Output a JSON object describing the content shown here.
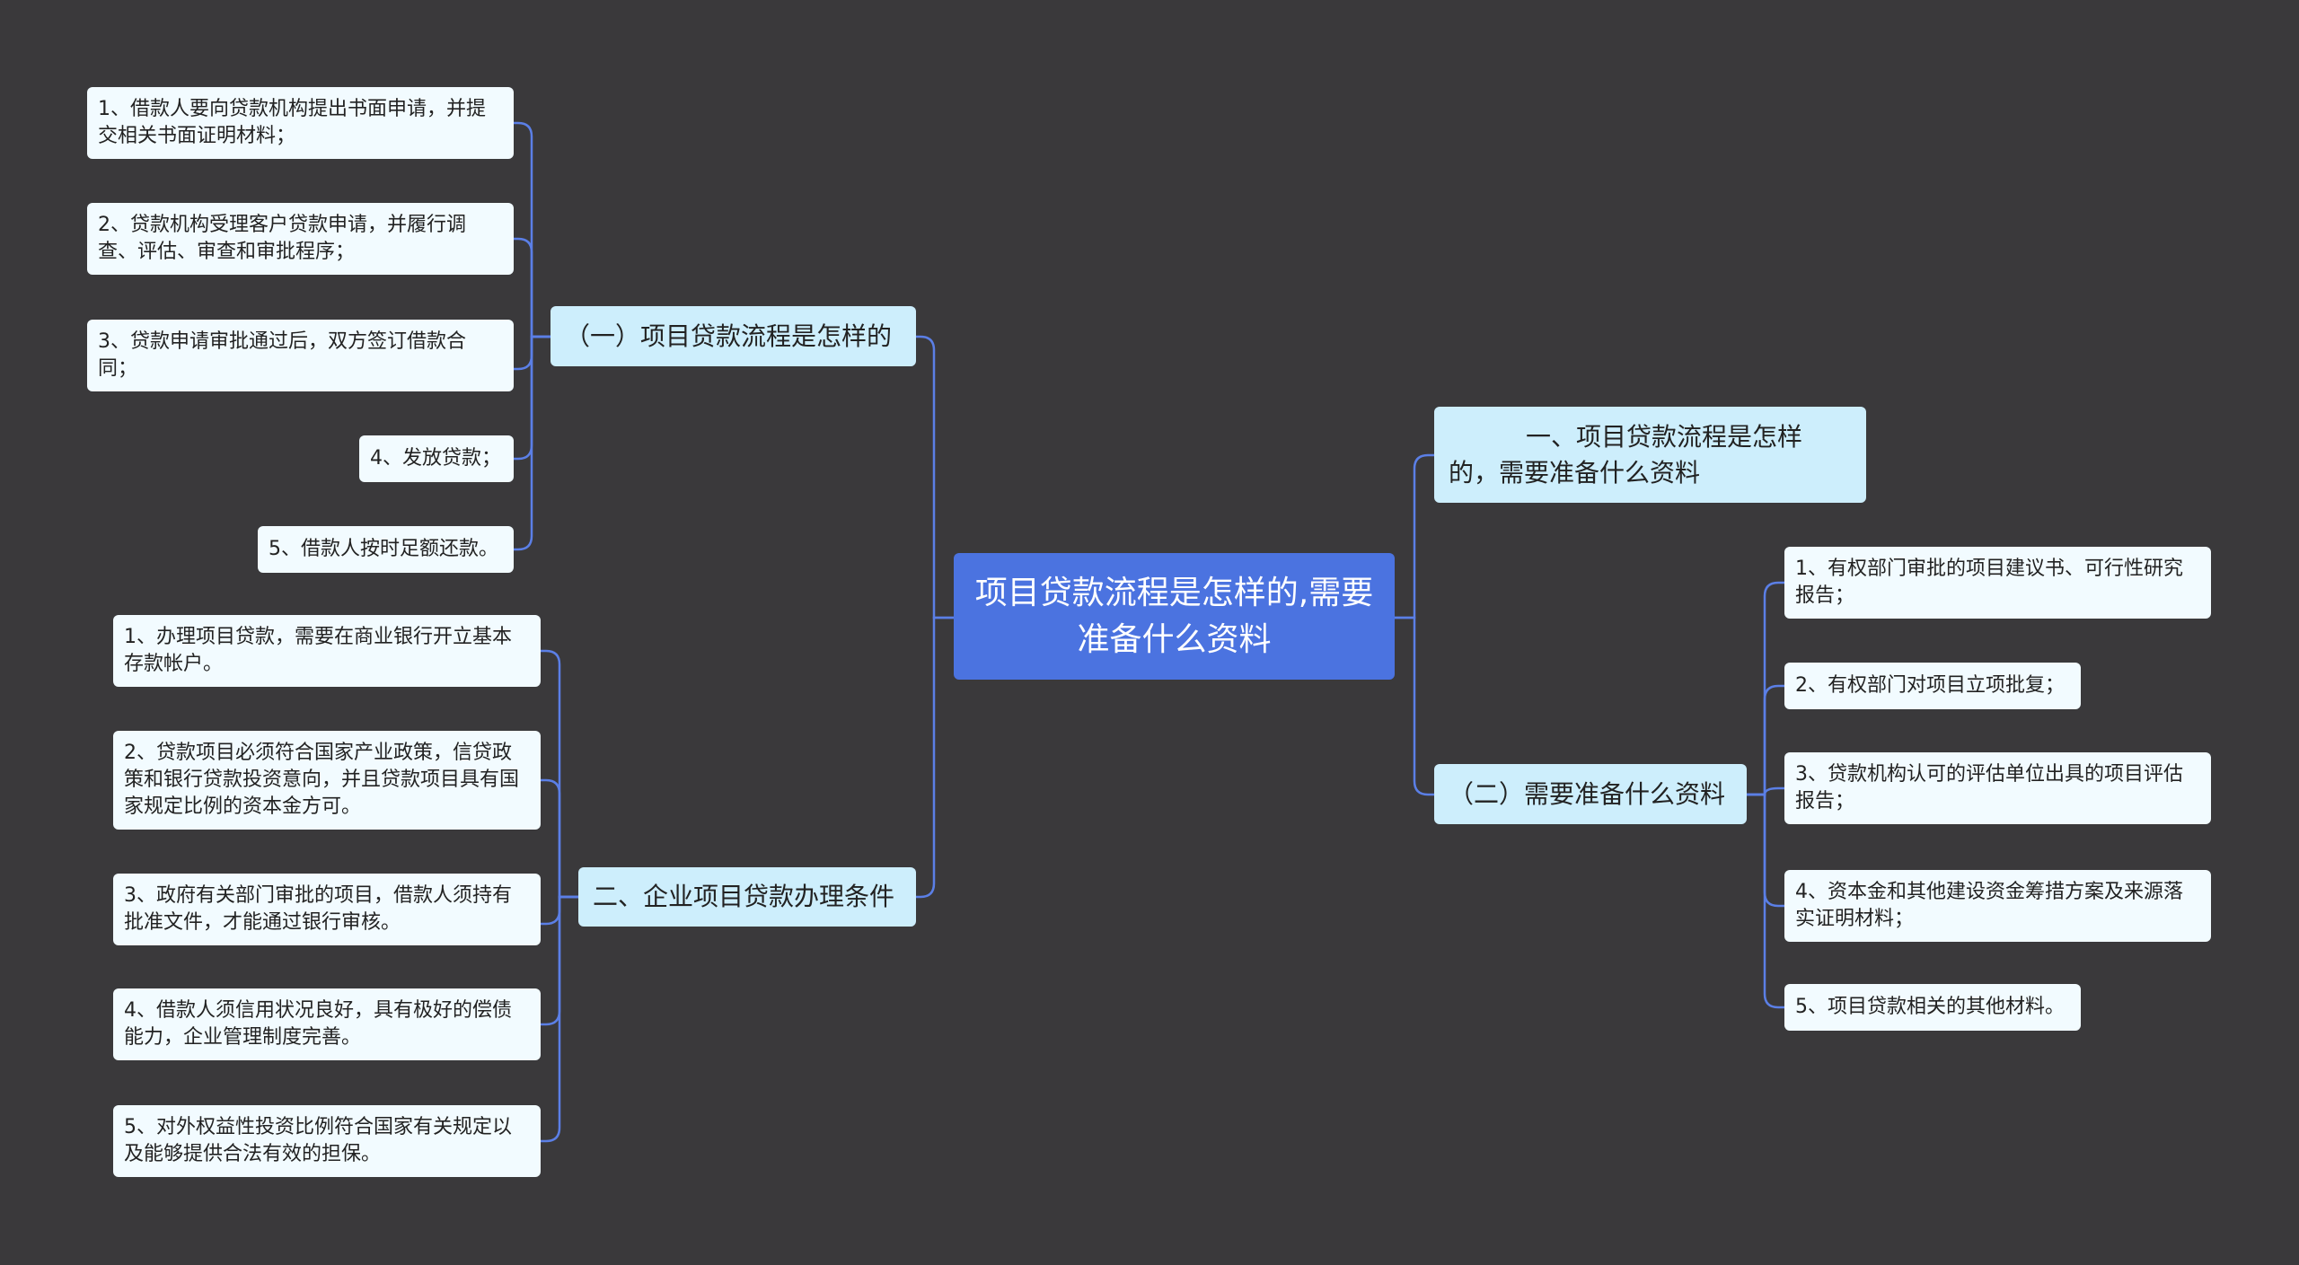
{
  "root": {
    "label": "项目贷款流程是怎样的,需要准备什么资料"
  },
  "branches": {
    "process": {
      "label": "（一）项目贷款流程是怎样的",
      "items": [
        "1、借款人要向贷款机构提出书面申请，并提交相关书面证明材料；",
        "2、贷款机构受理客户贷款申请，并履行调查、评估、审查和审批程序；",
        "3、贷款申请审批通过后，双方签订借款合同；",
        "4、发放贷款；",
        "5、借款人按时足额还款。"
      ]
    },
    "conditions": {
      "label": "二、企业项目贷款办理条件",
      "items": [
        "1、办理项目贷款，需要在商业银行开立基本存款帐户。",
        "2、贷款项目必须符合国家产业政策，信贷政策和银行贷款投资意向，并且贷款项目具有国家规定比例的资本金方可。",
        "3、政府有关部门审批的项目，借款人须持有批准文件，才能通过银行审核。",
        "4、借款人须信用状况良好，具有极好的偿债能力，企业管理制度完善。",
        "5、对外权益性投资比例符合国家有关规定以及能够提供合法有效的担保。"
      ]
    },
    "intro": {
      "label": "一、项目贷款流程是怎样的，需要准备什么资料"
    },
    "materials": {
      "label": "（二）需要准备什么资料",
      "items": [
        "1、有权部门审批的项目建议书、可行性研究报告；",
        "2、有权部门对项目立项批复；",
        "3、贷款机构认可的评估单位出具的项目评估报告；",
        "4、资本金和其他建设资金筹措方案及来源落实证明材料；",
        "5、项目贷款相关的其他材料。"
      ]
    }
  },
  "colors": {
    "background": "#3a393b",
    "root": "#4b73e0",
    "branch": "#cdeefc",
    "leaf": "#f2fbff",
    "connector": "#5b7fe6"
  }
}
